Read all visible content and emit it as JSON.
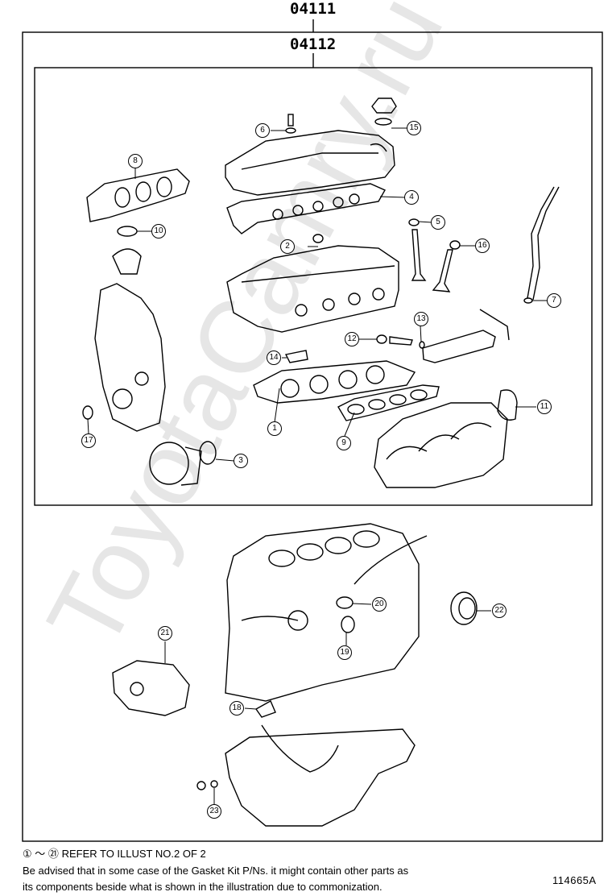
{
  "header": {
    "outer_code": "04111",
    "inner_code": "04112"
  },
  "watermark": "ToyotaCamry.ru",
  "callouts": [
    "1",
    "2",
    "3",
    "4",
    "5",
    "6",
    "7",
    "8",
    "9",
    "10",
    "11",
    "12",
    "13",
    "14",
    "15",
    "16",
    "17",
    "18",
    "19",
    "20",
    "21",
    "22",
    "23"
  ],
  "notes": {
    "line1_range_start": "①",
    "line1_range_end": "㉑",
    "line1_tilde": "〜",
    "line1_text": "REFER TO ILLUST NO.2 OF 2",
    "line2": "Be advised that in some case of the Gasket Kit P/Ns.  it might contain other parts as",
    "line3": "its components beside what is shown in the illustration due to commonization."
  },
  "figure_id": "114665A"
}
